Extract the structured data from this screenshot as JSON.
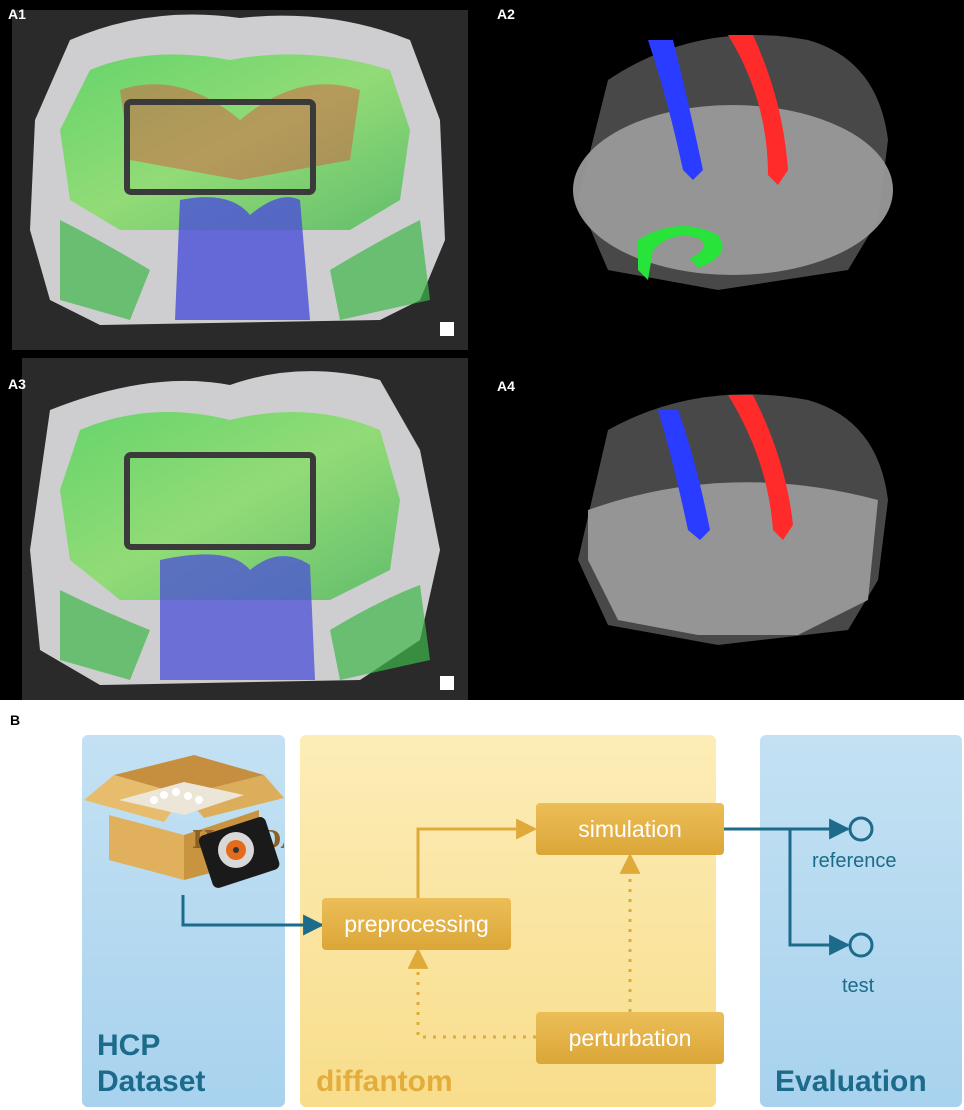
{
  "panels": {
    "a1": {
      "label": "A1"
    },
    "a2": {
      "label": "A2"
    },
    "a3": {
      "label": "A3"
    },
    "a4": {
      "label": "A4"
    }
  },
  "section_b": {
    "label": "B"
  },
  "workflow": {
    "columns": {
      "hcp": {
        "title_line1": "HCP",
        "title_line2": "Dataset"
      },
      "diffantom": {
        "title": "diffantom"
      },
      "evaluation": {
        "title": "Evaluation"
      }
    },
    "hcp_box_text": "HCP DA",
    "boxes": {
      "preprocessing": "preprocessing",
      "simulation": "simulation",
      "perturbation": "perturbation"
    },
    "outputs": {
      "reference": "reference",
      "test": "test"
    }
  },
  "colors": {
    "flow_arrow": "#1c6b8a",
    "diffantom_arrow": "#e0aa3a",
    "hcp_column": "#bcdcf0",
    "diffantom_column": "#fbe7a6",
    "hcp_title": "#1c6b8a",
    "diffantom_title": "#e2ad3c",
    "tract_blue": "#2a3cff",
    "tract_red": "#ff2a2a",
    "tract_green": "#27e33a"
  }
}
